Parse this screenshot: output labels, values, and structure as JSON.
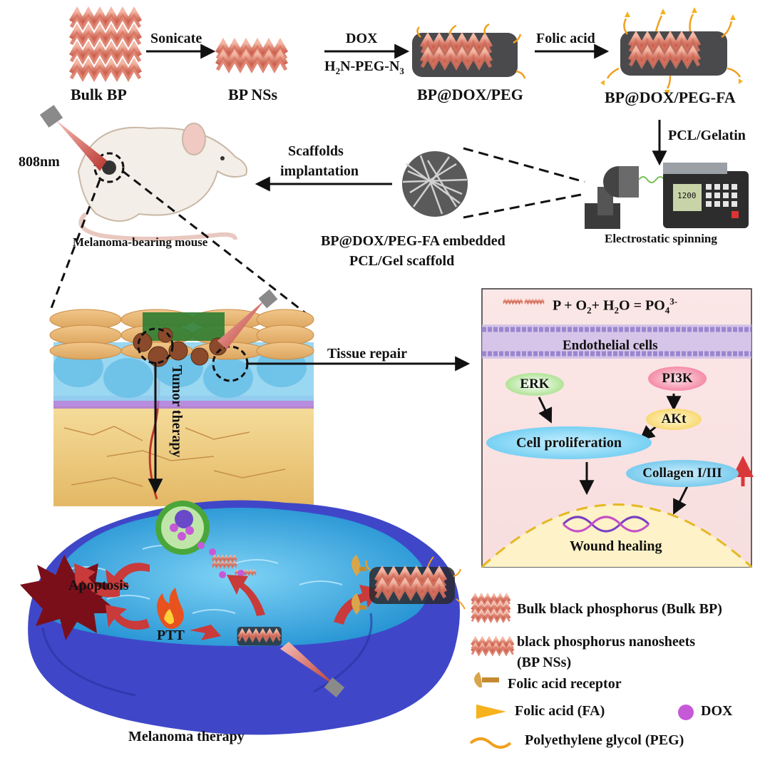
{
  "colors": {
    "bp_pink": "#e79a86",
    "bp_dark": "#c0392b",
    "panel_bg": "#f9e3e3",
    "water": "#3aa7e0",
    "arrow_red": "#d9383a",
    "peg": "#f0a020",
    "dox": "#c659d8"
  },
  "top_flow": {
    "bulk_bp": "Bulk BP",
    "sonicate": "Sonicate",
    "bp_nss": "BP NSs",
    "dox": "DOX",
    "h2n_peg_main": "H",
    "h2n_peg_sub": "2",
    "h2n_peg_rest": "N-PEG-N",
    "h2n_peg_sub2": "3",
    "bp_dox_peg": "BP@DOX/PEG",
    "folic_acid": "Folic acid",
    "bp_dox_peg_fa": "BP@DOX/PEG-FA",
    "pcl_gelatin": "PCL/Gelatin"
  },
  "middle": {
    "wavelength": "808nm",
    "scaffolds_line1": "Scaffolds",
    "scaffolds_line2": "implantation",
    "mouse_caption": "Melanoma-bearing mouse",
    "scaffold_line1": "BP@DOX/PEG-FA embedded",
    "scaffold_line2": "PCL/Gel scaffold",
    "spinning_caption": "Electrostatic spinning",
    "pump_display": "1200"
  },
  "panel": {
    "equation_a": "P + O",
    "equation_sub1": "2",
    "equation_b": "+ H",
    "equation_sub2": "2",
    "equation_c": "O = PO",
    "equation_sub3": "4",
    "equation_sup": "3-",
    "endothelial": "Endothelial cells",
    "erk": "ERK",
    "pi3k": "PI3K",
    "akt": "AKt",
    "cell_prolif": "Cell proliferation",
    "collagen": "Collagen I/III",
    "wound": "Wound healing"
  },
  "tissue": {
    "tissue_repair": "Tissue repair",
    "tumor_therapy": "Tumor therapy"
  },
  "bottom": {
    "apoptosis": "Apoptosis",
    "ptt": "PTT",
    "caption": "Melanoma therapy"
  },
  "legend": {
    "bulk": "Bulk black phosphorus (Bulk BP)",
    "nss_line1": "black phosphorus nanosheets",
    "nss_line2": "(BP NSs)",
    "receptor": "Folic acid receptor",
    "fa": "Folic acid (FA)",
    "dox": "DOX",
    "peg": "Polyethylene glycol (PEG)"
  }
}
